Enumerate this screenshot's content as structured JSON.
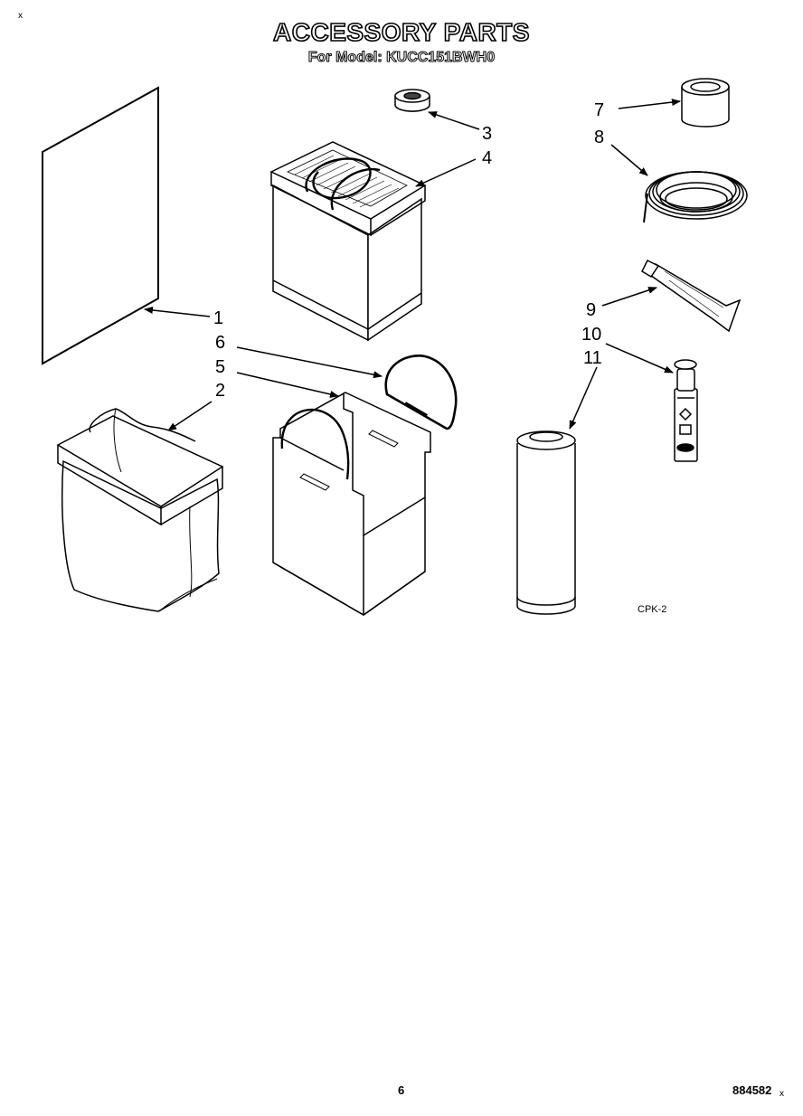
{
  "header": {
    "title": "ACCESSORY PARTS",
    "subtitle": "For Model: KUCC151BWH0",
    "corner_mark": "x"
  },
  "callouts": [
    "1",
    "2",
    "3",
    "4",
    "5",
    "6",
    "7",
    "8",
    "9",
    "10",
    "11"
  ],
  "diagram_code": "CPK-2",
  "footer": {
    "page_number": "6",
    "document_number": "884582",
    "end_mark": "x"
  }
}
